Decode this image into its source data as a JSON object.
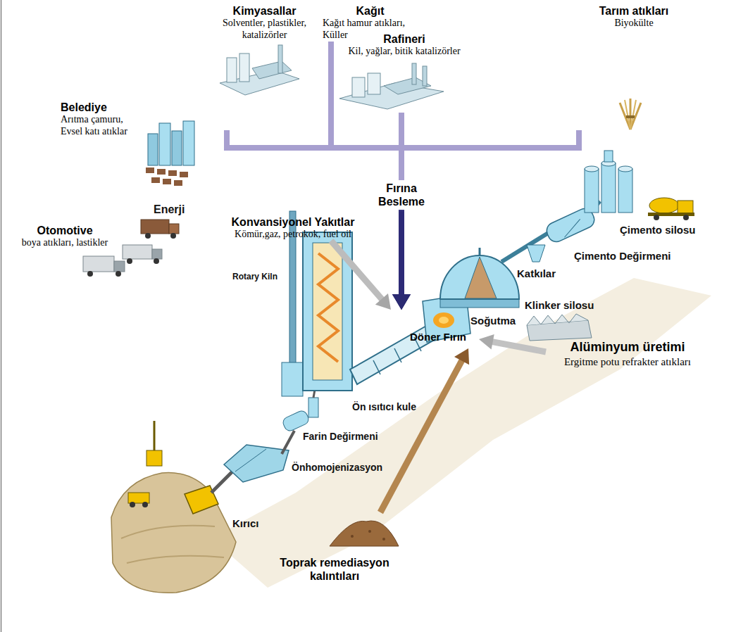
{
  "diagram": {
    "nodes": [
      {
        "text": [
          "Kimyasallar",
          "Solventler, plastikler, katalizörler"
        ]
      },
      {
        "text": [
          "Kağıt",
          "Kağıt hamur atıkları, Küller"
        ]
      },
      {
        "text": [
          "Rafineri",
          "Kil, yağlar, bitik katalizörler"
        ]
      },
      {
        "text": [
          "Tarım atıkları",
          "Biyokülte"
        ]
      },
      {
        "text": [
          "Belediye",
          "Arıtma çamuru, Evsel katı atıklar"
        ]
      },
      {
        "text": [
          "Otomotive",
          "boya atıkları, lastikler"
        ]
      },
      {
        "text": [
          "Konvansiyonel Yakıtlar",
          "Kömür,gaz, petrokok, fuel oil"
        ]
      },
      {
        "text": [
          "Döner Fırın"
        ]
      },
      {
        "text": [
          "Alüminyum üretimi",
          "Ergitme potu refrakter atıkları"
        ]
      },
      {
        "text": [
          "Toprak remediasyon kalıntıları"
        ]
      }
    ],
    "edges": [
      {
        "from": 0,
        "to": 7,
        "arrow": "to"
      },
      {
        "from": 1,
        "to": 7,
        "arrow": "to"
      },
      {
        "from": 2,
        "to": 7,
        "label": "Fırına Besleme",
        "arrow": "to"
      },
      {
        "from": 3,
        "to": 7,
        "arrow": "to"
      },
      {
        "from": 6,
        "to": 7,
        "arrow": "to"
      },
      {
        "from": 8,
        "to": 7,
        "arrow": "to"
      },
      {
        "from": 9,
        "to": 7,
        "arrow": "to"
      }
    ],
    "labels": [
      "Enerji",
      "Çimento silosu",
      "Çimento Değirmeni",
      "Katkılar",
      "Klinker silosu",
      "Soğutma",
      "Rotary Kiln",
      "Ön ısıtıcı kule",
      "Farin Değirmeni",
      "Önhomojenizasyon",
      "Kırıcı"
    ]
  }
}
